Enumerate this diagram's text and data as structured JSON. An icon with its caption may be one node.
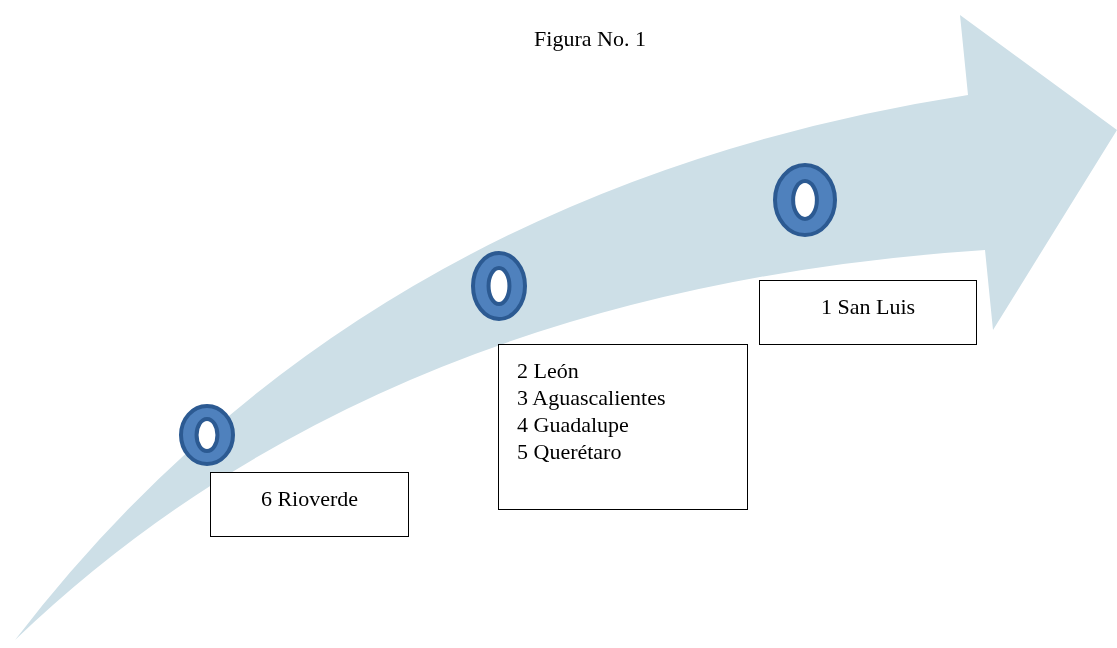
{
  "diagram": {
    "title": "Figura No. 1",
    "nodes": [
      {
        "text": [],
        "shape": "circle"
      },
      {
        "text": [
          "6 Rioverde"
        ]
      },
      {
        "text": [],
        "shape": "circle"
      },
      {
        "text": [
          "2 León",
          "3 Aguascalientes",
          "4 Guadalupe",
          "5 Querétaro"
        ]
      },
      {
        "text": [],
        "shape": "circle"
      },
      {
        "text": [
          "1 San Luis"
        ]
      }
    ]
  }
}
